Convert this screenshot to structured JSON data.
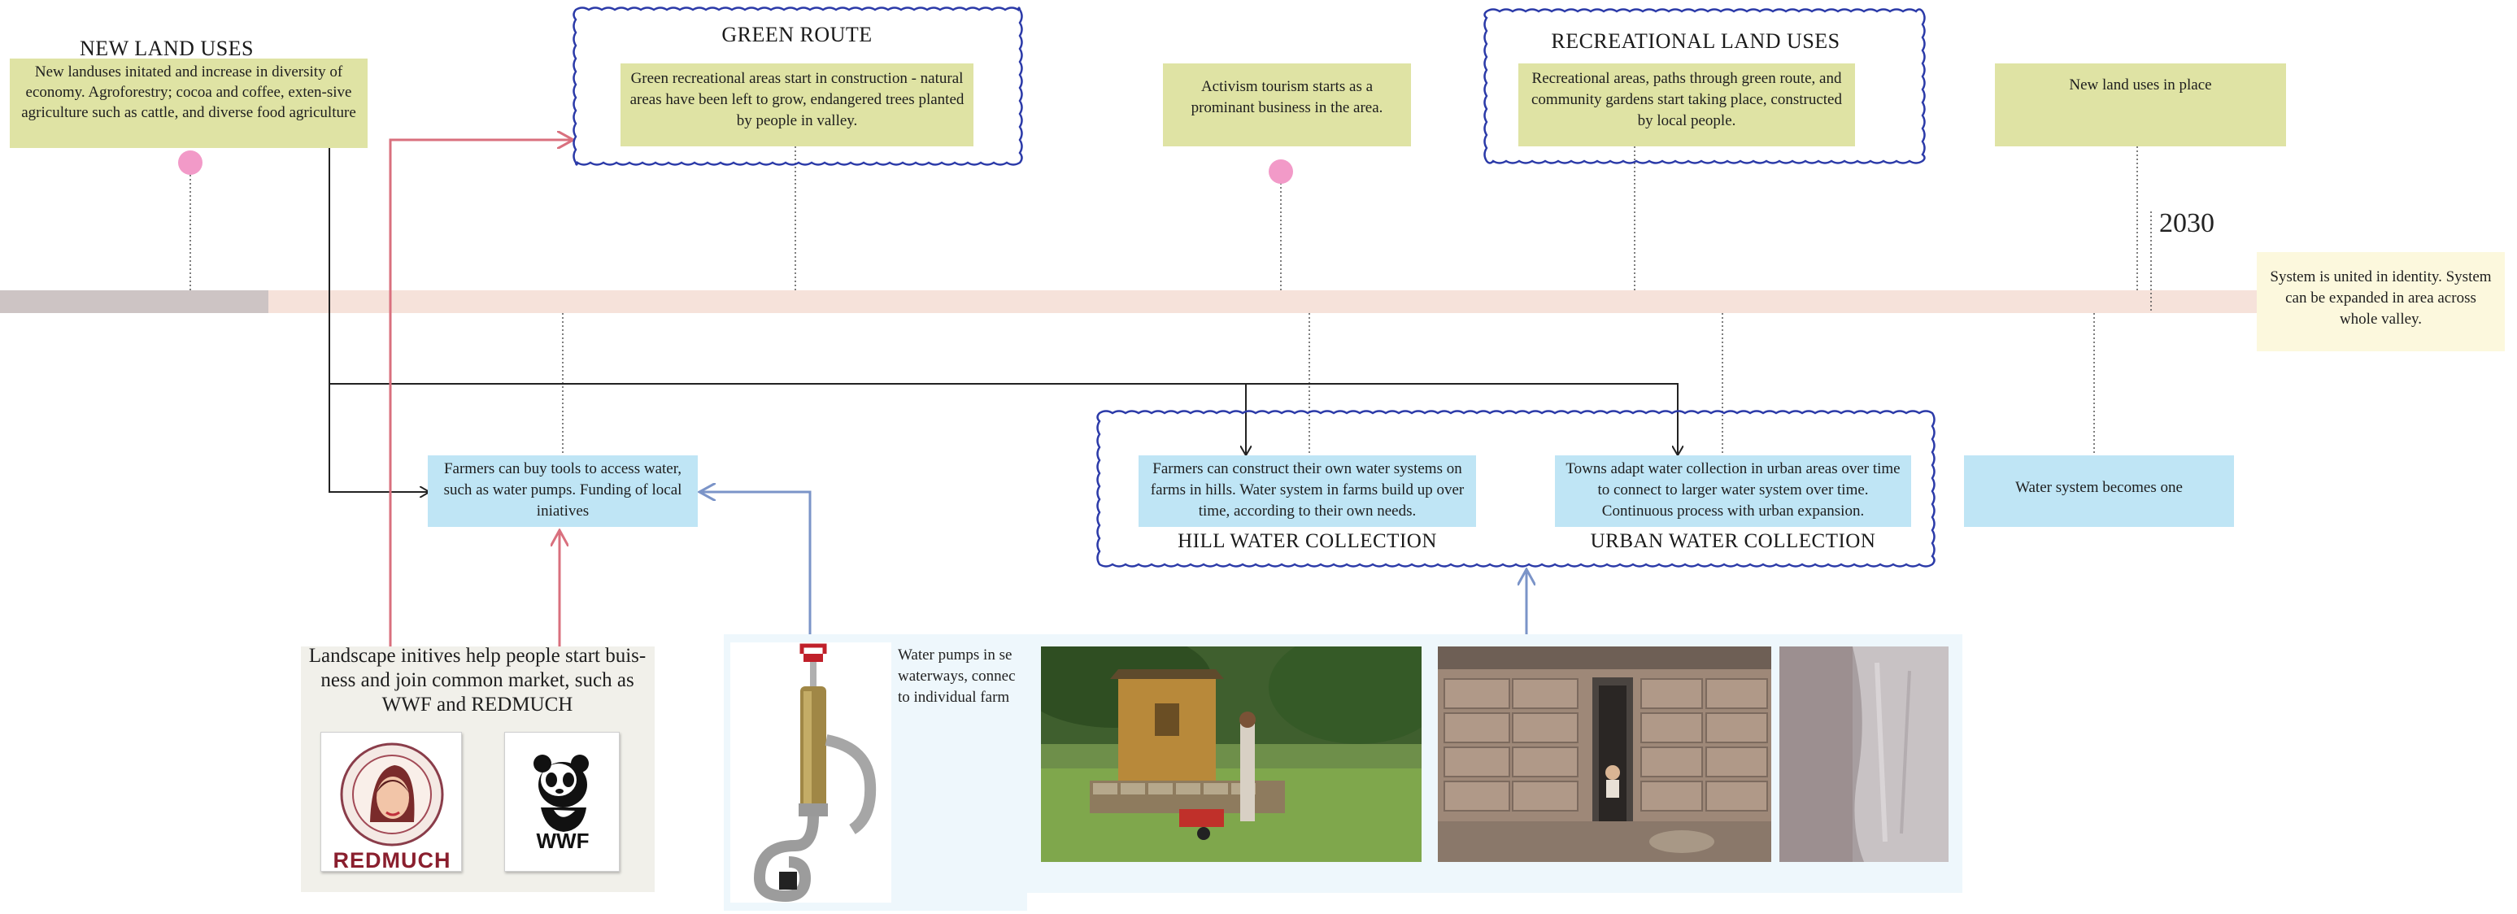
{
  "timeline": {
    "year_label": "2030"
  },
  "top_events": {
    "new_land_uses": {
      "heading": "NEW LAND USES",
      "text": "New landuses initated and increase in diversity of economy. Agroforestry; cocoa and coffee, exten-sive agriculture such as cattle, and diverse food agriculture"
    },
    "green_route": {
      "heading": "GREEN ROUTE",
      "text": "Green recreational areas start in construction - natural areas have been left to grow, endangered trees planted by people in valley."
    },
    "activism": {
      "text": "Activism tourism starts as a prominant business in the area."
    },
    "recreational": {
      "heading": "RECREATIONAL LAND USES",
      "text": "Recreational areas, paths through green route, and community gardens start taking place, constructed by local people."
    },
    "in_place": {
      "text": "New land uses in place"
    }
  },
  "end_note": {
    "text": "System is united in identity. System can be expanded in area across whole valley."
  },
  "bottom_events": {
    "farmers_tools": {
      "text": "Farmers can buy tools to access water, such as water pumps. Funding of local iniatives"
    },
    "hill_water": {
      "text": "Farmers can construct their own water systems on farms in hills. Water system in farms build up over time, according to their own needs.",
      "heading": "HILL WATER COLLECTION"
    },
    "urban_water": {
      "text": "Towns adapt water collection in urban areas over time to connect to larger water system over time. Continuous process with urban expansion.",
      "heading": "URBAN WATER COLLECTION"
    },
    "water_one": {
      "text": "Water system becomes one"
    }
  },
  "landscape_panel": {
    "text": "Landscape initives help people start buis-ness and join common market, such as WWF and REDMUCH",
    "logos": {
      "redmuch_word": "REDMUCH",
      "wwf_word": "WWF"
    }
  },
  "pump_panel": {
    "text_lines": [
      "Water pumps in se",
      "waterways, connec",
      "to individual farm"
    ]
  },
  "colors": {
    "event_green": "#dfe3a4",
    "event_blue": "#bfe5f5",
    "timeline_band": "#f6e2da",
    "timeline_start": "#cdc4c4",
    "wavy_border": "#2b3aa8",
    "arrow_red": "#d9707e",
    "arrow_blue": "#7b94c8",
    "marker_pink": "#f29ac8"
  }
}
